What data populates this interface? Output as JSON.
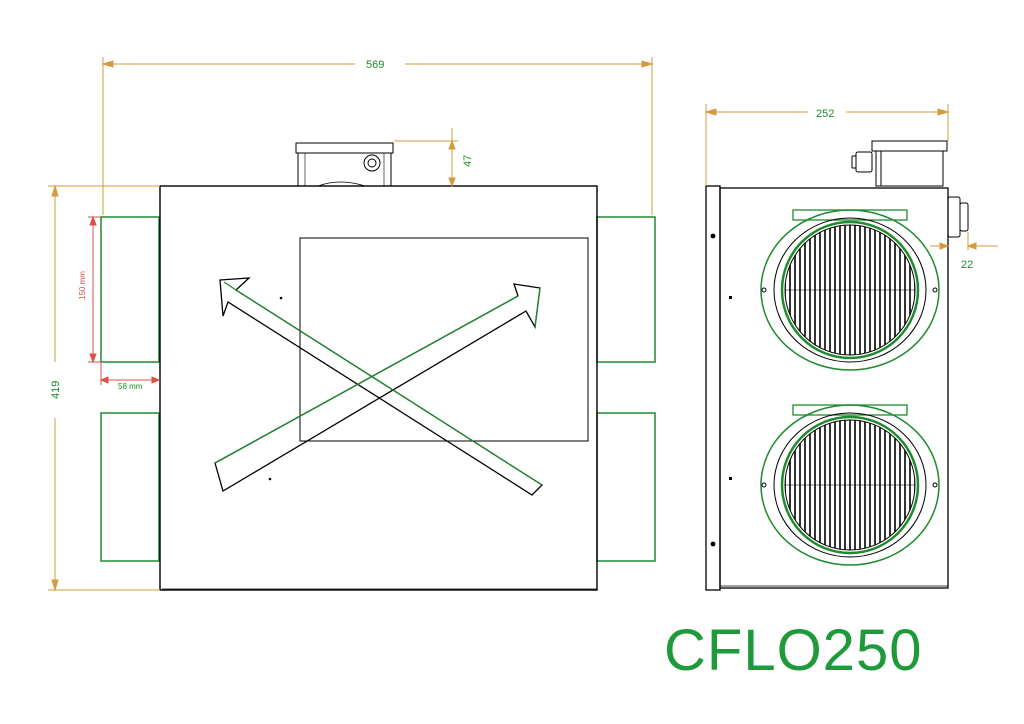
{
  "colors": {
    "outline": "#000000",
    "green": "#1f8a2e",
    "dimension": "#d59a3c",
    "dimension_text": "#1f8a2e",
    "red": "#e0504a",
    "title": "#1f9a3a"
  },
  "model_title": "CFLO250",
  "dimensions": {
    "width_overall": "569",
    "height_overall": "419",
    "junction_box_height": "47",
    "spigot_diameter": "150 mm",
    "spigot_length": "58 mm",
    "side_depth": "252",
    "gland_projection": "22"
  }
}
